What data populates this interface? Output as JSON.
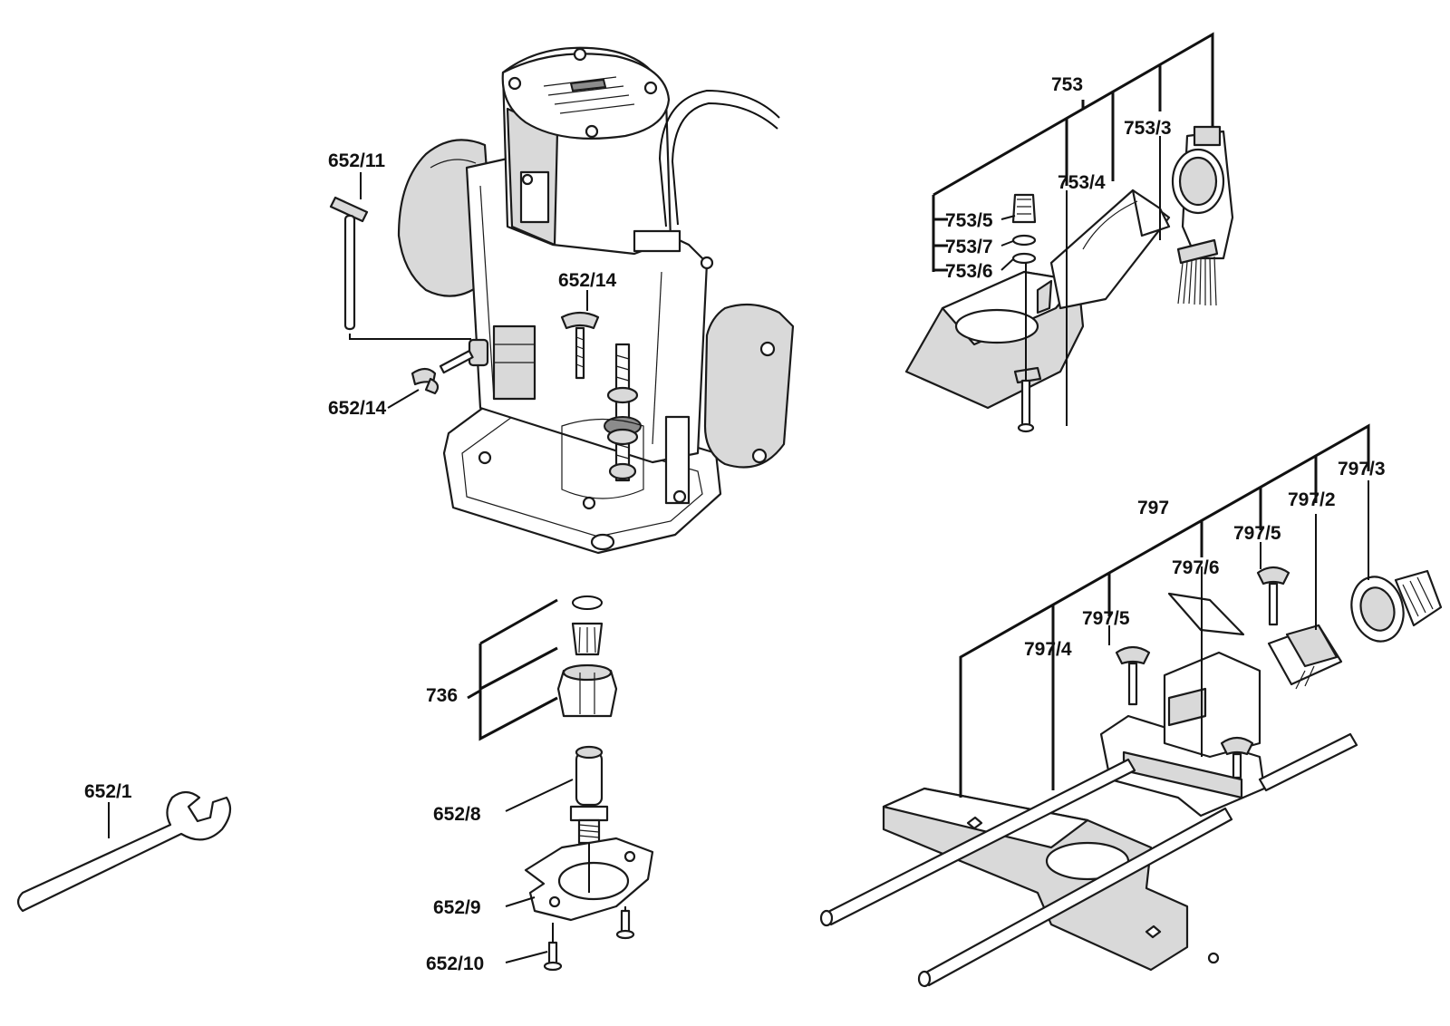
{
  "labels": {
    "l_753": "753",
    "l_753_3": "753/3",
    "l_753_4": "753/4",
    "l_753_5": "753/5",
    "l_753_7": "753/7",
    "l_753_6": "753/6",
    "l_652_11": "652/11",
    "l_652_14_top": "652/14",
    "l_652_14_left": "652/14",
    "l_736": "736",
    "l_652_1": "652/1",
    "l_652_8": "652/8",
    "l_652_9": "652/9",
    "l_652_10": "652/10",
    "l_797": "797",
    "l_797_3": "797/3",
    "l_797_2": "797/2",
    "l_797_5_right": "797/5",
    "l_797_6": "797/6",
    "l_797_5_left": "797/5",
    "l_797_4": "797/4"
  }
}
